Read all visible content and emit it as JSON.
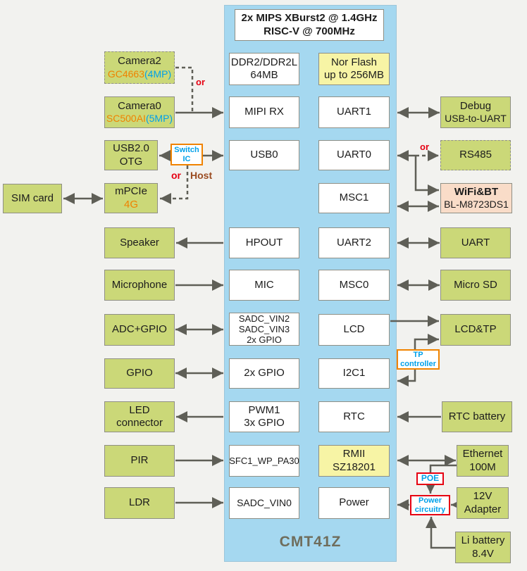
{
  "module": {
    "cpu_line1": "2x MIPS XBurst2 @ 1.4GHz",
    "cpu_line2": "RISC-V @ 700MHz",
    "name": "CMT41Z"
  },
  "internal": {
    "ddr_l1": "DDR2/DDR2L",
    "ddr_l2": "64MB",
    "nor_l1": "Nor Flash",
    "nor_l2": "up to 256MB",
    "mipi_rx": "MIPI RX",
    "usb0": "USB0",
    "hpout": "HPOUT",
    "mic": "MIC",
    "sadc_l1": "SADC_VIN2",
    "sadc_l2": "SADC_VIN3",
    "sadc_l3": "2x GPIO",
    "gpio2x": "2x GPIO",
    "pwm_l1": "PWM1",
    "pwm_l2": "3x GPIO",
    "sfc1": "SFC1_WP_PA30",
    "sadc_vin0": "SADC_VIN0",
    "uart1": "UART1",
    "uart0": "UART0",
    "msc1": "MSC1",
    "uart2": "UART2",
    "msc0": "MSC0",
    "lcd": "LCD",
    "i2c1": "I2C1",
    "rtc": "RTC",
    "rmii_l1": "RMII",
    "rmii_l2": "SZ18201",
    "power": "Power"
  },
  "left": {
    "camera2_l1": "Camera2",
    "camera2_chip": "GC4663",
    "camera2_mp": "(4MP)",
    "camera0_l1": "Camera0",
    "camera0_chip": "SC500AI",
    "camera0_mp": "(5MP)",
    "usb_otg_l1": "USB2.0",
    "usb_otg_l2": "OTG",
    "sim_card": "SIM card",
    "mpcie_l1": "mPCIe",
    "mpcie_l2": "4G",
    "speaker": "Speaker",
    "microphone": "Microphone",
    "adc_gpio": "ADC+GPIO",
    "gpio": "GPIO",
    "led_l1": "LED",
    "led_l2": "connector",
    "pir": "PIR",
    "ldr": "LDR"
  },
  "right": {
    "debug_l1": "Debug",
    "debug_l2": "USB-to-UART",
    "rs485": "RS485",
    "wifi_l1": "WiFi&BT",
    "wifi_l2": "BL-M8723DS1",
    "uart": "UART",
    "micro_sd": "Micro SD",
    "lcd_tp": "LCD&TP",
    "rtc_battery": "RTC battery",
    "ethernet_l1": "Ethernet",
    "ethernet_l2": "100M",
    "adapter_l1": "12V",
    "adapter_l2": "Adapter",
    "li_battery_l1": "Li battery",
    "li_battery_l2": "8.4V"
  },
  "labels": {
    "switch_l1": "Switch",
    "switch_l2": "IC",
    "tp_l1": "TP",
    "tp_l2": "controller",
    "poe": "POE",
    "pc_l1": "Power",
    "pc_l2": "circuitry",
    "or_camera": "or",
    "or_usb": "or",
    "or_uart": "or",
    "host": "Host"
  },
  "colors": {
    "panel_blue": "#a5d8f0",
    "box_green": "#cbd878",
    "box_yellow": "#f7f4a5",
    "box_pink": "#f9dcc8",
    "arrow_gray": "#5f5f57",
    "accent_orange": "#f08300",
    "accent_red": "#e60012",
    "accent_blue": "#00a0e9",
    "accent_brown": "#9a4b20"
  }
}
